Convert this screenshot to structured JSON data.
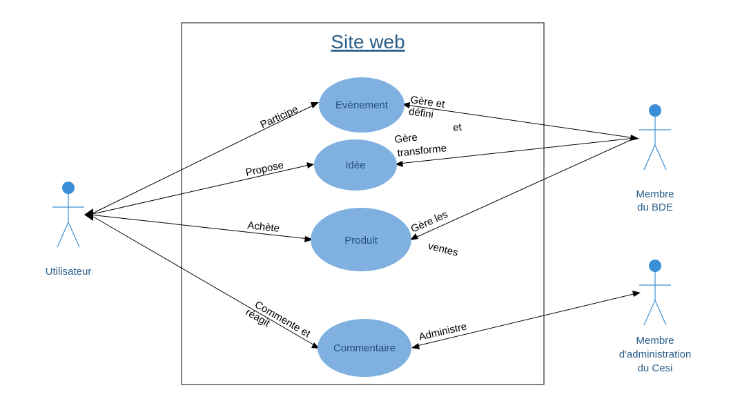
{
  "system": {
    "title": "Site web"
  },
  "use_cases": {
    "evenement": "Evènement",
    "idee": "Idée",
    "produit": "Produit",
    "commentaire": "Commentaire"
  },
  "actors": {
    "utilisateur": [
      "Utilisateur"
    ],
    "membre_bde": [
      "Membre",
      "du BDE"
    ],
    "membre_admin": [
      "Membre",
      "d'administration",
      "du Cesi"
    ]
  },
  "associations": {
    "participe": [
      "Participe"
    ],
    "propose": [
      "Propose"
    ],
    "achete": [
      "Achète"
    ],
    "commente": [
      "Commente et",
      "réagit"
    ],
    "gere_defini": [
      "Gère et",
      "défini"
    ],
    "gere_transforme": [
      "Gère",
      "et",
      "transforme"
    ],
    "gere_ventes": [
      "Gère les",
      "ventes"
    ],
    "administre": [
      "Administre"
    ]
  },
  "colors": {
    "use_case_fill": "#7fb0e0",
    "actor": "#3a8fd6",
    "text_blue": "#2a5d87"
  }
}
